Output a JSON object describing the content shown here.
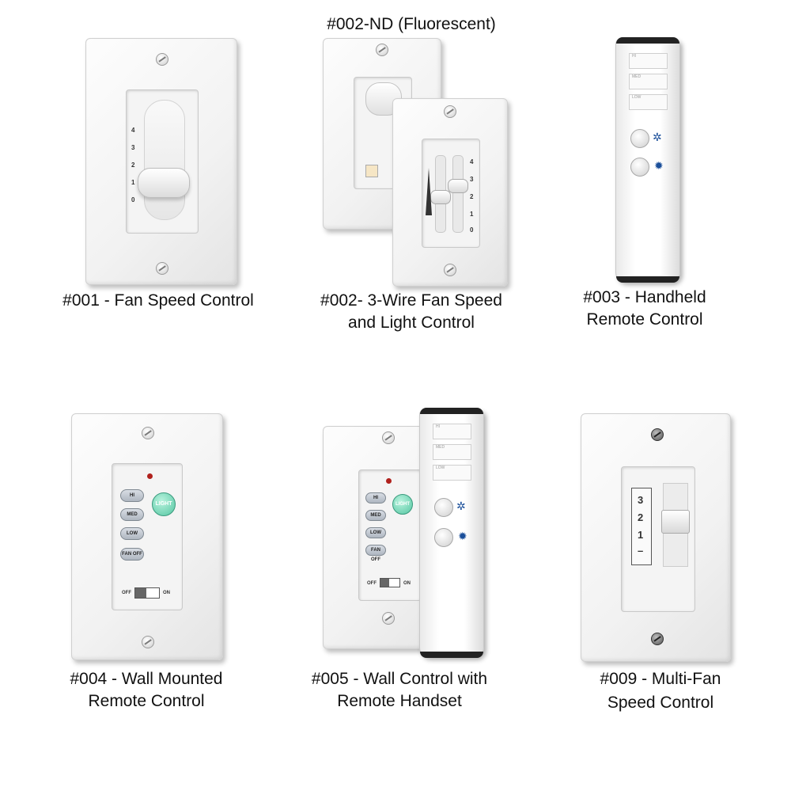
{
  "products": {
    "p002nd_label": "#002-ND (Fluorescent)",
    "p001": {
      "caption": "#001 - Fan Speed Control",
      "scale": [
        "4",
        "3",
        "2",
        "1",
        "0"
      ]
    },
    "p002": {
      "caption_line1": "#002- 3-Wire Fan Speed",
      "caption_line2": "and Light Control",
      "scale": [
        "4",
        "3",
        "2",
        "1",
        "0"
      ]
    },
    "p003": {
      "caption_line1": "#003 - Handheld",
      "caption_line2": "Remote Control",
      "keys": [
        "HI",
        "MED",
        "LOW"
      ]
    },
    "p004": {
      "caption_line1": "#004 - Wall Mounted",
      "caption_line2": "Remote Control",
      "buttons": [
        "HI",
        "MED",
        "LOW",
        "FAN OFF"
      ],
      "light": "LIGHT",
      "off": "OFF",
      "on": "ON"
    },
    "p005": {
      "caption_line1": "#005 - Wall Control with",
      "caption_line2": "Remote Handset",
      "buttons": [
        "HI",
        "MED",
        "LOW",
        "FAN OFF"
      ],
      "light": "LIGHT",
      "off": "OFF",
      "on": "ON",
      "keys": [
        "HI",
        "MED",
        "LOW"
      ]
    },
    "p009": {
      "caption_line1": "#009 - Multi-Fan",
      "caption_line2": "Speed Control",
      "scale": [
        "3",
        "2",
        "1",
        "–"
      ]
    }
  },
  "icons": [
    "screw-icon",
    "fan-icon",
    "bulb-icon"
  ]
}
